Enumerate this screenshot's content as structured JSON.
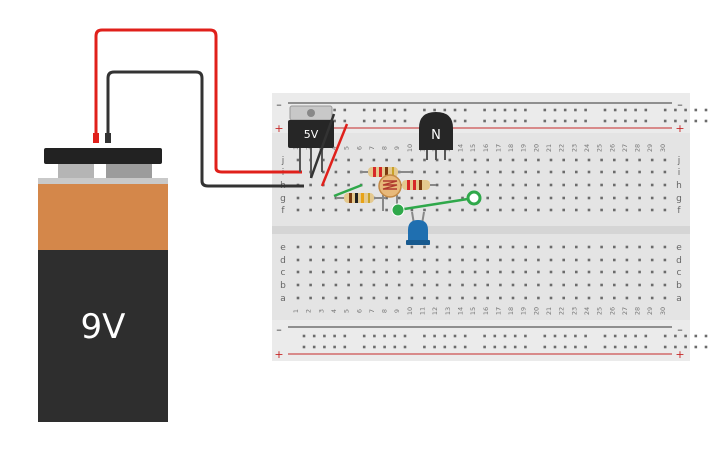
{
  "battery": {
    "label": "9V"
  },
  "regulator": {
    "label": "5V"
  },
  "transistor": {
    "label": "N"
  },
  "breadboard": {
    "columns": [
      "1",
      "2",
      "3",
      "4",
      "5",
      "6",
      "7",
      "8",
      "9",
      "10",
      "11",
      "12",
      "13",
      "14",
      "15",
      "16",
      "17",
      "18",
      "19",
      "20",
      "21",
      "22",
      "23",
      "24",
      "25",
      "26",
      "27",
      "28",
      "29",
      "30"
    ],
    "top_rows": [
      "j",
      "i",
      "h",
      "g",
      "f"
    ],
    "bottom_rows": [
      "e",
      "d",
      "c",
      "b",
      "a"
    ],
    "rail_minus": "–",
    "rail_plus": "+"
  },
  "colors": {
    "red_wire": "#e0201b",
    "black_wire": "#333333",
    "green_wire": "#2fa84a",
    "led_blue": "#1f6fb0",
    "battery_body": "#2e2e2e",
    "battery_label": "#d4874a",
    "breadboard": "#e4e4e4"
  }
}
